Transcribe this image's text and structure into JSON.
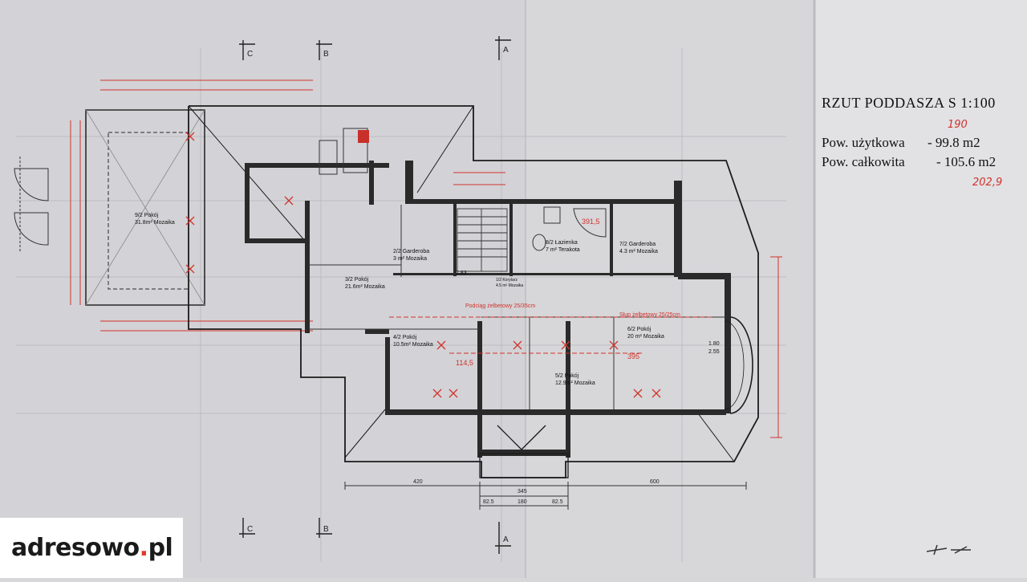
{
  "title": "RZUT PODDASZA  S  1:100",
  "area_usable_label": "Pow. użytkowa",
  "area_usable_value": "- 99.8  m2",
  "area_total_label": "Pow. całkowita",
  "area_total_value": "- 105.6 m2",
  "handwritten_top": "190",
  "handwritten_bottom": "202,9",
  "logo": {
    "main": "adresowo",
    "dot": ".",
    "tld": "pl"
  },
  "section_markers": {
    "a": "A",
    "b": "B",
    "c": "C"
  },
  "rooms": [
    {
      "id": "9/2",
      "name": "Pokój",
      "area": "31.8m²",
      "floor": "Mozaika"
    },
    {
      "id": "2/2",
      "name": "Garderoba",
      "area": "3 m²",
      "floor": "Mozaika"
    },
    {
      "id": "3/2",
      "name": "Pokój",
      "area": "21.6m²",
      "floor": "Mozaika"
    },
    {
      "id": "8/2",
      "name": "Łazienka",
      "area": "7 m²",
      "floor": "Terakota"
    },
    {
      "id": "7/2",
      "name": "Garderoba",
      "area": "4.3 m²",
      "floor": "Mozaika"
    },
    {
      "id": "1/2",
      "name": "Korytarz",
      "area": "4.5 m²",
      "floor": "Mozaika"
    },
    {
      "id": "4/2",
      "name": "Pokój",
      "area": "10.5m²",
      "floor": "Mozaika"
    },
    {
      "id": "5/2",
      "name": "Pokój",
      "area": "12.9m²",
      "floor": "Mozaika"
    },
    {
      "id": "6/2",
      "name": "Pokój",
      "area": "20 m²",
      "floor": "Mozaika"
    }
  ],
  "annotations": {
    "beam": "Podciąg żelbetowy 25/35cm",
    "column": "Słup żelbetowy 25/25cm",
    "r1": "391,5",
    "r2": "114,5",
    "r3": "395",
    "r4": "2.83",
    "r5": "1.80",
    "r6": "2.55"
  },
  "dimensions_bottom": [
    "420",
    "345",
    "600"
  ],
  "dimensions_bottom2": [
    "82.5",
    "180",
    "82.5"
  ],
  "colors": {
    "paper": "#d7d6d9",
    "ink": "#1b1b1b",
    "red": "#d0342c",
    "wall": "#2a2a2a"
  }
}
